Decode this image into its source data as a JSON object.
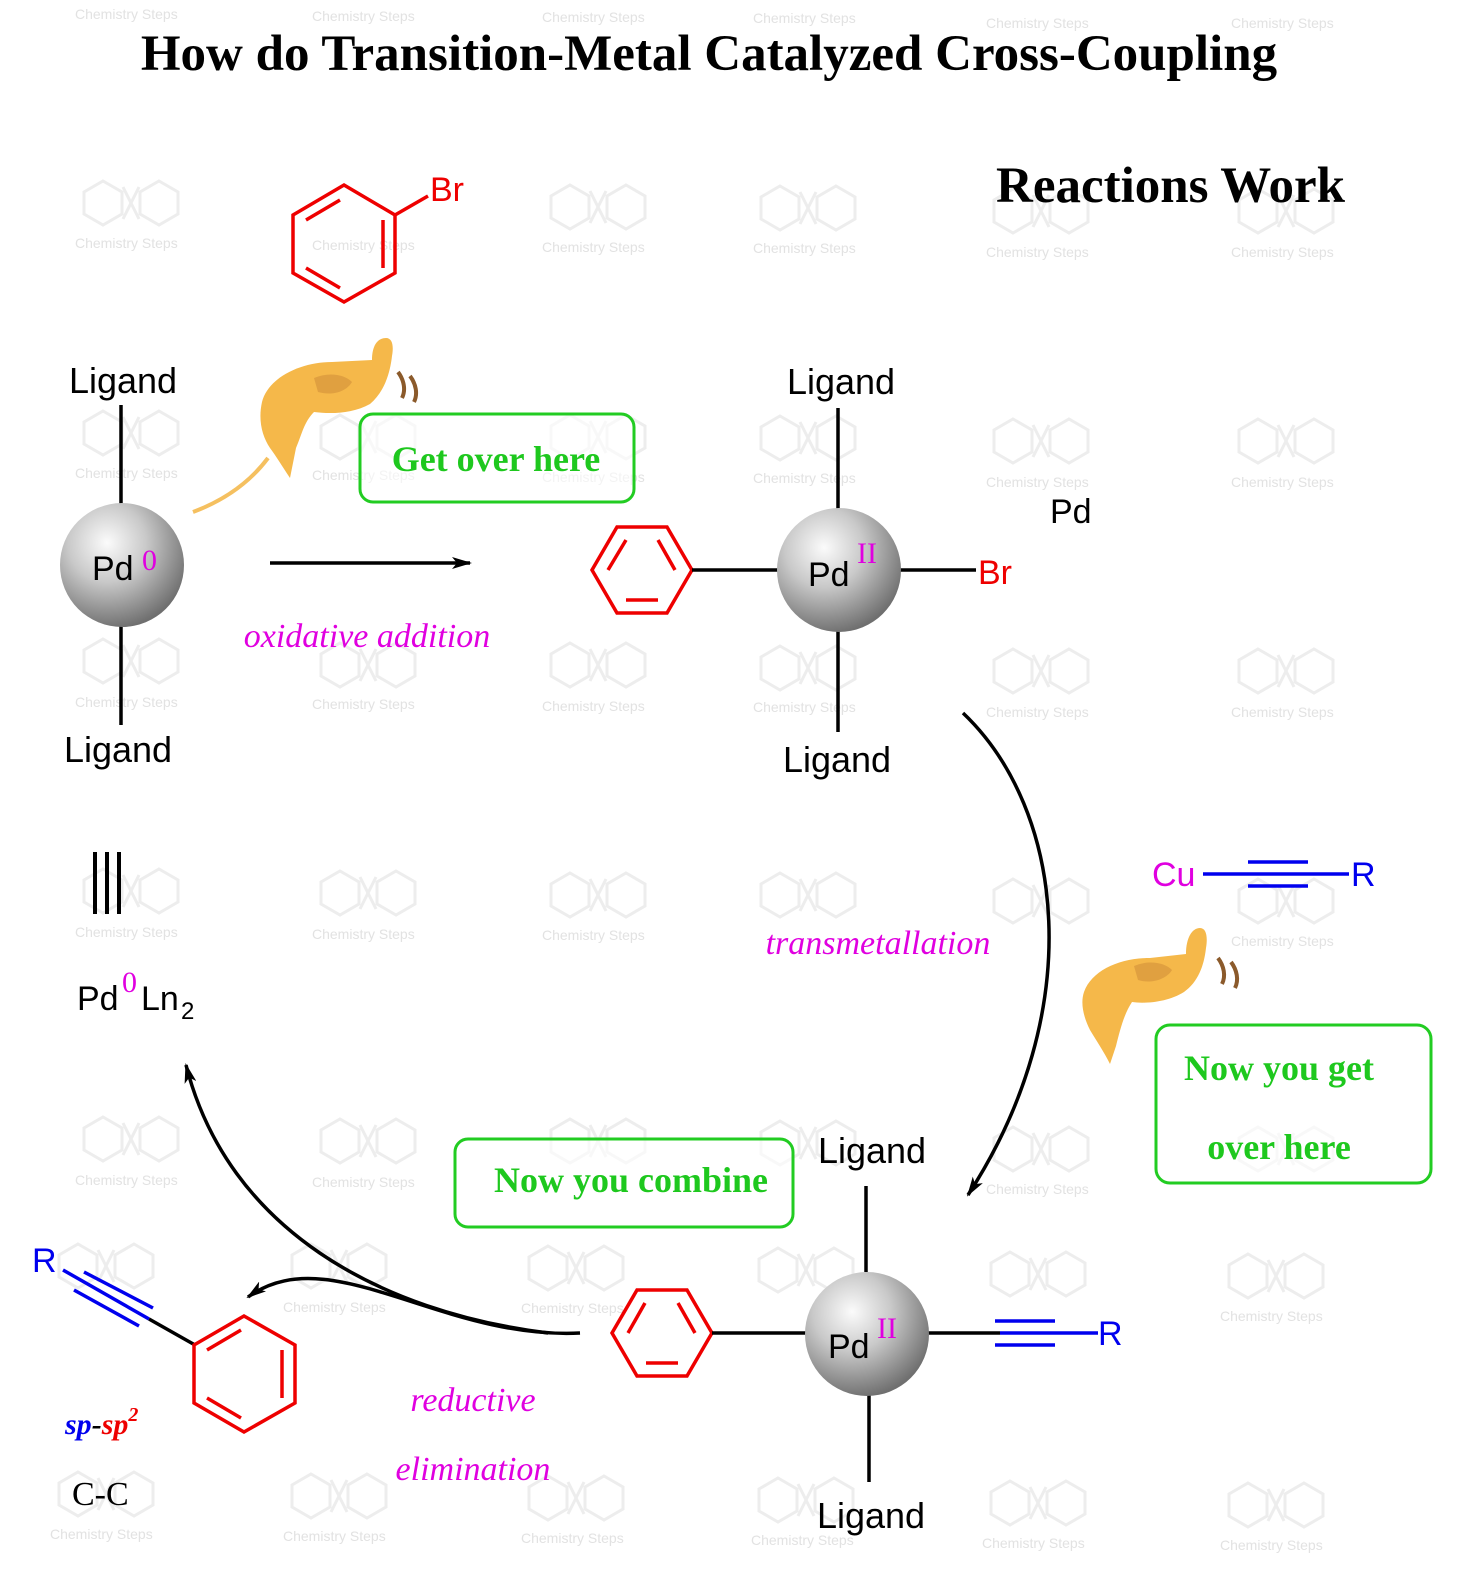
{
  "title": {
    "line1": "How do Transition-Metal Catalyzed Cross-Coupling",
    "line2": "Reactions Work"
  },
  "watermark": {
    "text": "Chemistry Steps",
    "logo": "C S"
  },
  "colors": {
    "black": "#000000",
    "red": "#ee0000",
    "blue": "#0000ee",
    "magenta": "#e000e0",
    "green_text": "#1ec81e",
    "green_border": "#22cc22",
    "hand": "#f5b84a",
    "pd_sphere_light": "#f4f4f4",
    "pd_sphere_dark": "#7a7a7a"
  },
  "labels": {
    "ligand": "Ligand",
    "pd": "Pd",
    "pd_ox0": "0",
    "pd_ox2": "II",
    "br": "Br",
    "cu": "Cu",
    "r": "R",
    "pd_extra": "Pd",
    "ln": "Ln",
    "sub2": "2",
    "cc": "C-C",
    "sp": "sp",
    "dash": "-",
    "sp2_base": "sp",
    "sp2_sup": "2"
  },
  "steps": {
    "oxidative_addition": "oxidative addition",
    "transmetallation": "transmetallation",
    "reductive": "reductive",
    "elimination": "elimination"
  },
  "bubbles": {
    "get_over_here": "Get over here",
    "now_you_get": "Now you get",
    "over_here": "over here",
    "now_you_combine": "Now you combine"
  }
}
